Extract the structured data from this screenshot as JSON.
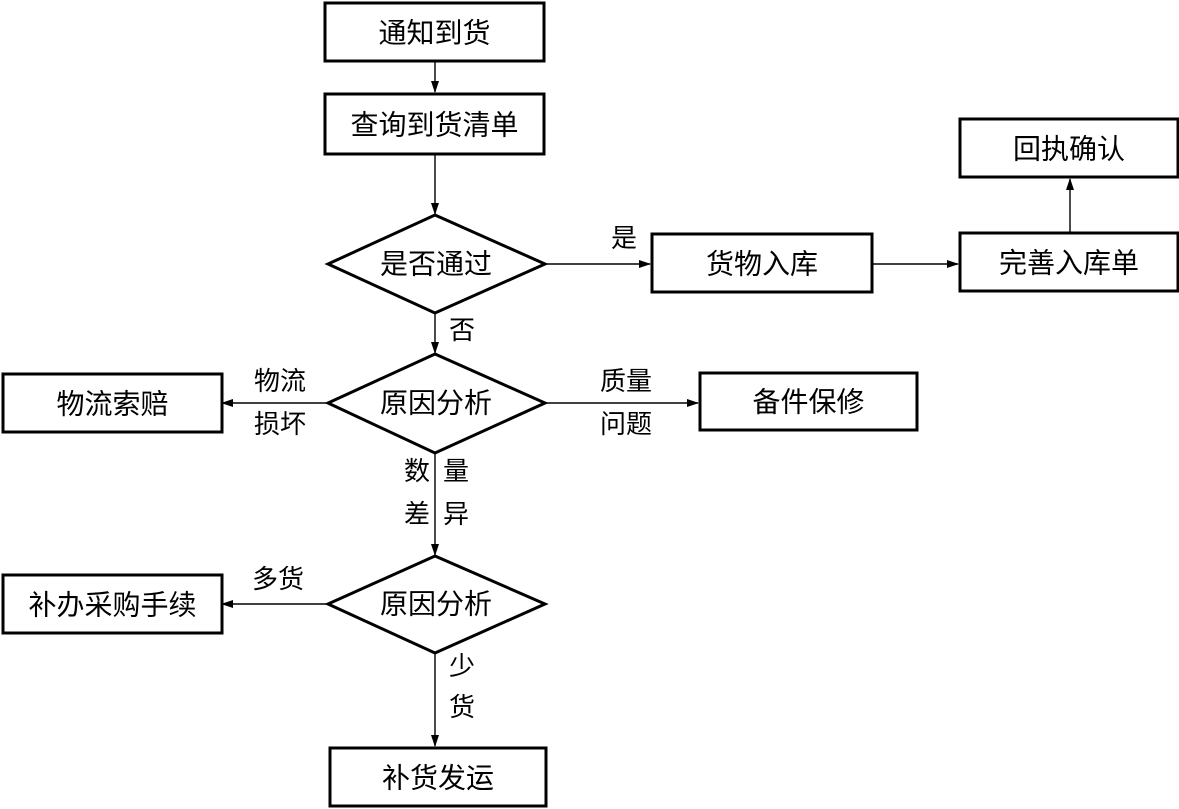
{
  "nodes": {
    "notify_arrival": "通知到货",
    "query_list": "查询到货清单",
    "pass_check": "是否通过",
    "goods_in_storage": "货物入库",
    "complete_storage_form": "完善入库单",
    "receipt_confirm": "回执确认",
    "cause_analysis_1": "原因分析",
    "logistics_claim": "物流索赔",
    "spare_parts_warranty": "备件保修",
    "cause_analysis_2": "原因分析",
    "purchase_procedure": "补办采购手续",
    "replenish_shipment": "补货发运"
  },
  "edge_labels": {
    "yes": "是",
    "no": "否",
    "logistics_damage_line1": "物流",
    "logistics_damage_line2": "损坏",
    "quality_issue_line1": "质量",
    "quality_issue_line2": "问题",
    "quantity_diff_1": "数",
    "quantity_diff_2": "量",
    "quantity_diff_3": "差",
    "quantity_diff_4": "异",
    "excess": "多货",
    "shortage_1": "少",
    "shortage_2": "货"
  }
}
